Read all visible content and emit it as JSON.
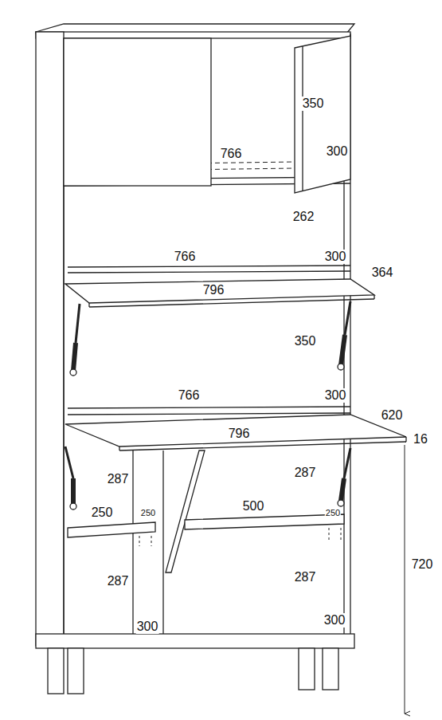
{
  "diagram": {
    "labels": [
      "350",
      "766",
      "300",
      "262",
      "766",
      "300",
      "364",
      "796",
      "350",
      "766",
      "300",
      "620",
      "796",
      "16",
      "287",
      "287",
      "250",
      "250",
      "500",
      "250",
      "720",
      "287",
      "287",
      "300",
      "300"
    ]
  }
}
